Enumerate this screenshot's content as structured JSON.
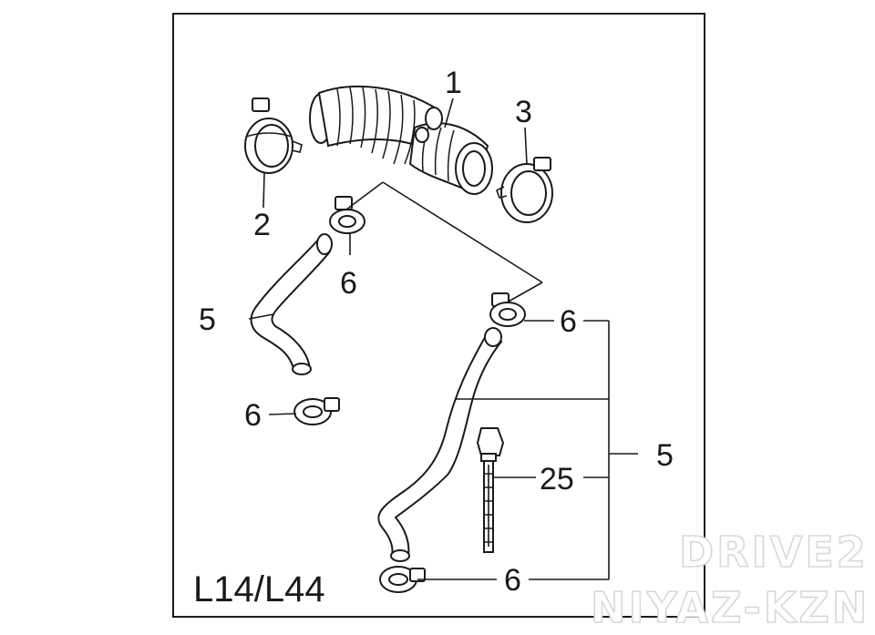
{
  "diagram": {
    "model_label": "L14/L44",
    "callouts": {
      "hose": "1",
      "front_clamp": "2",
      "rear_clamp": "3",
      "left_breather_hose": "5",
      "right_breather_hose": "5",
      "left_upper_clip": "6",
      "left_lower_clip": "6",
      "right_upper_clip": "6",
      "right_lower_clip": "6",
      "tie_strap": "25"
    }
  },
  "watermark": {
    "line1": "DRIVE2",
    "line2": "NIYAZ-KZN"
  }
}
